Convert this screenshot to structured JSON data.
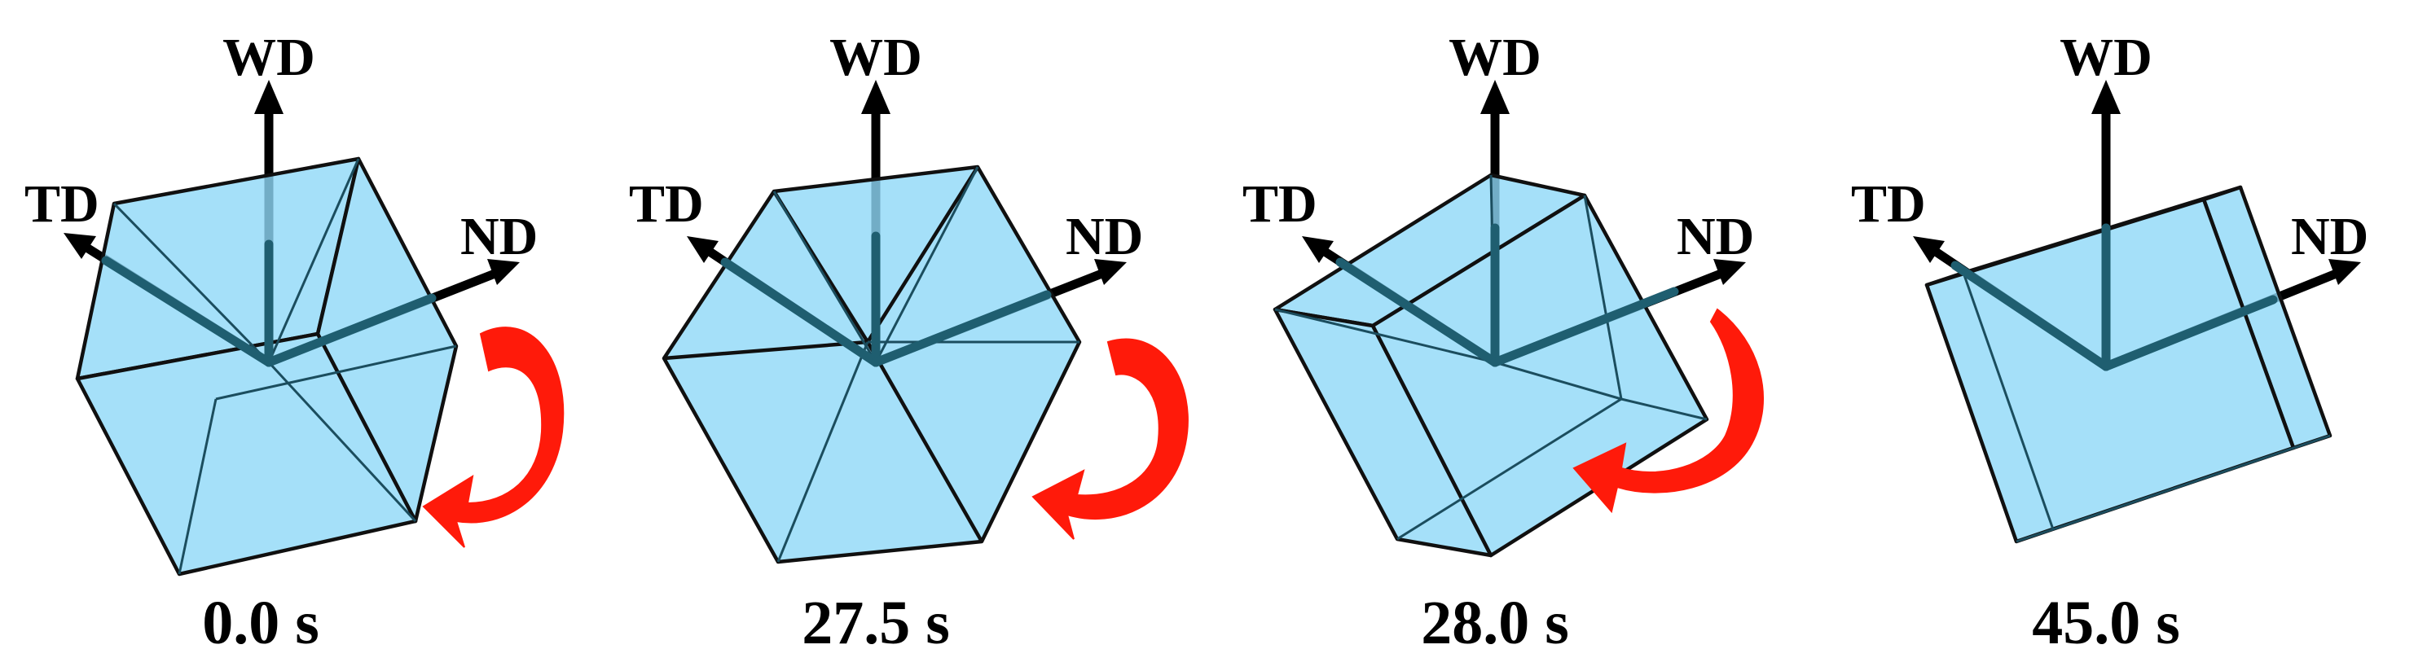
{
  "axes": {
    "wd": "WD",
    "td": "TD",
    "nd": "ND"
  },
  "panels": [
    {
      "time": "0.0 s",
      "rotation_arrow": true
    },
    {
      "time": "27.5 s",
      "rotation_arrow": true
    },
    {
      "time": "28.0 s",
      "rotation_arrow": true
    },
    {
      "time": "45.0 s",
      "rotation_arrow": false
    }
  ],
  "colors": {
    "crystal": "#8ed8f8",
    "rotation_arrow": "#ff1a0a",
    "axes": "#000000"
  }
}
